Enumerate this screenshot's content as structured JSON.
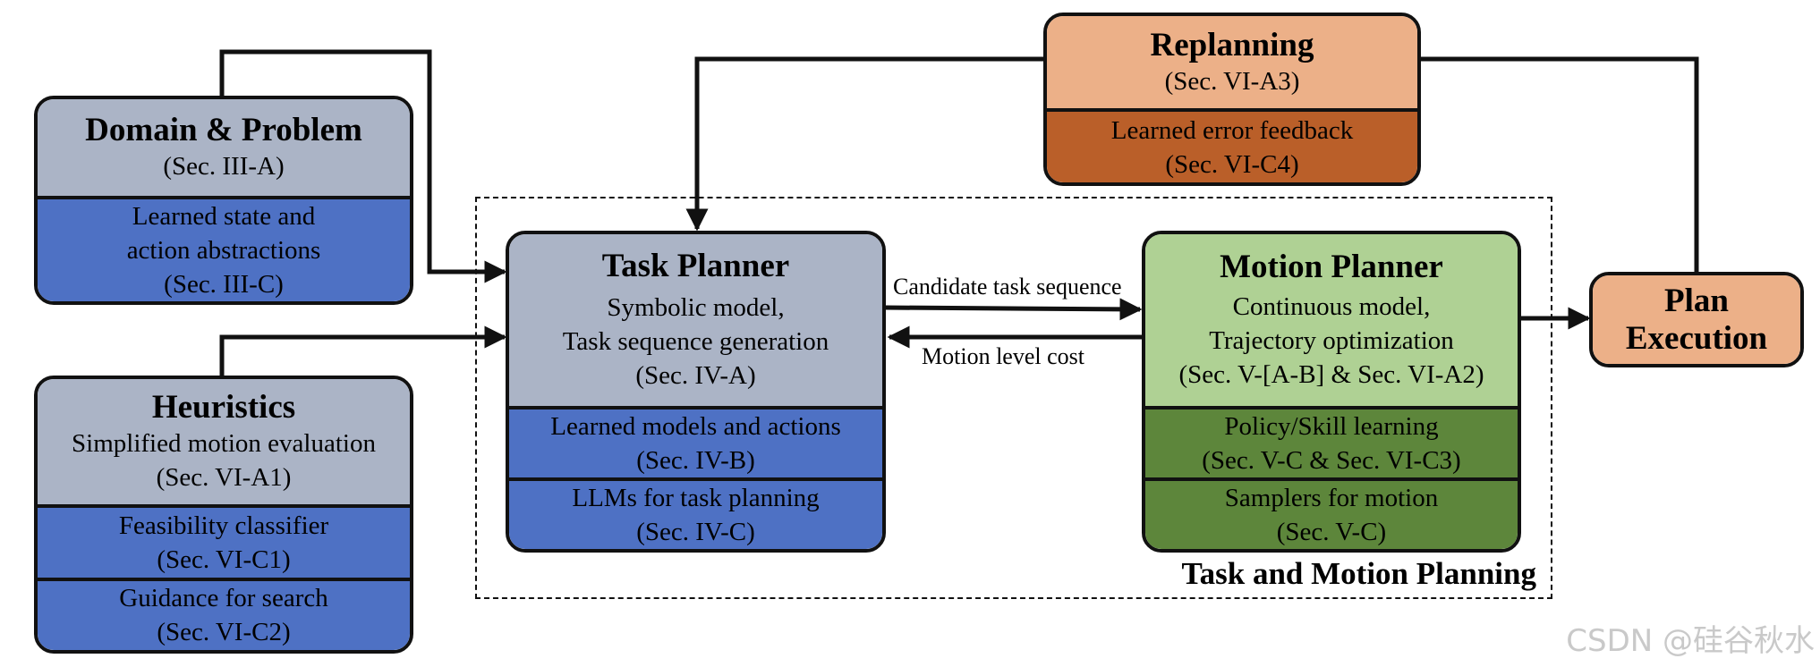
{
  "domain_problem": {
    "title": "Domain & Problem",
    "ref": "(Sec. III-A)",
    "learned_line1": "Learned state and",
    "learned_line2": "action abstractions",
    "learned_ref": "(Sec. III-C)"
  },
  "heuristics": {
    "title": "Heuristics",
    "subtitle": "Simplified motion evaluation",
    "ref": "(Sec. VI-A1)",
    "feasibility": "Feasibility classifier",
    "feasibility_ref": "(Sec. VI-C1)",
    "guidance": "Guidance for search",
    "guidance_ref": "(Sec. VI-C2)"
  },
  "task_planner": {
    "title": "Task Planner",
    "line1": "Symbolic model,",
    "line2": "Task sequence generation",
    "ref": "(Sec. IV-A)",
    "learned": "Learned models and actions",
    "learned_ref": "(Sec. IV-B)",
    "llm": "LLMs for task planning",
    "llm_ref": "(Sec. IV-C)"
  },
  "motion_planner": {
    "title": "Motion Planner",
    "line1": "Continuous model,",
    "line2": "Trajectory optimization",
    "ref": "(Sec. V-[A-B] & Sec. VI-A2)",
    "policy": "Policy/Skill learning",
    "policy_ref": "(Sec. V-C & Sec. VI-C3)",
    "samplers": "Samplers for motion",
    "samplers_ref": "(Sec. V-C)"
  },
  "replanning": {
    "title": "Replanning",
    "ref": "(Sec. VI-A3)",
    "feedback": "Learned error feedback",
    "feedback_ref": "(Sec. VI-C4)"
  },
  "plan_execution": {
    "line1": "Plan",
    "line2": "Execution"
  },
  "edges": {
    "candidate": "Candidate task sequence",
    "motion_cost": "Motion level cost"
  },
  "tamp_label": "Task and Motion Planning",
  "watermark": "CSDN @硅谷秋水",
  "colors": {
    "gray": "#abb4c6",
    "blue": "#4e71c4",
    "green_light": "#afd194",
    "green_dark": "#5d863b",
    "orange_light": "#ecb088",
    "orange_dark": "#ba5f29"
  }
}
